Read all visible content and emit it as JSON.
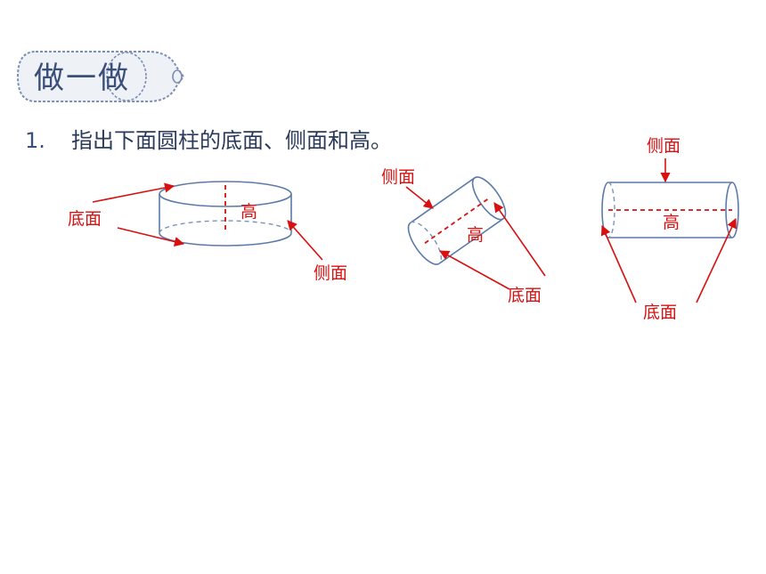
{
  "header": {
    "badge_label": "做一做"
  },
  "question": {
    "number": "1.",
    "text": "指出下面圆柱的底面、侧面和高。"
  },
  "labels": {
    "base": "底面",
    "side": "侧面",
    "height": "高"
  },
  "colors": {
    "label_red": "#d81010",
    "cylinder_blue": "#5b7aa8",
    "text_navy": "#2a3a5a"
  }
}
